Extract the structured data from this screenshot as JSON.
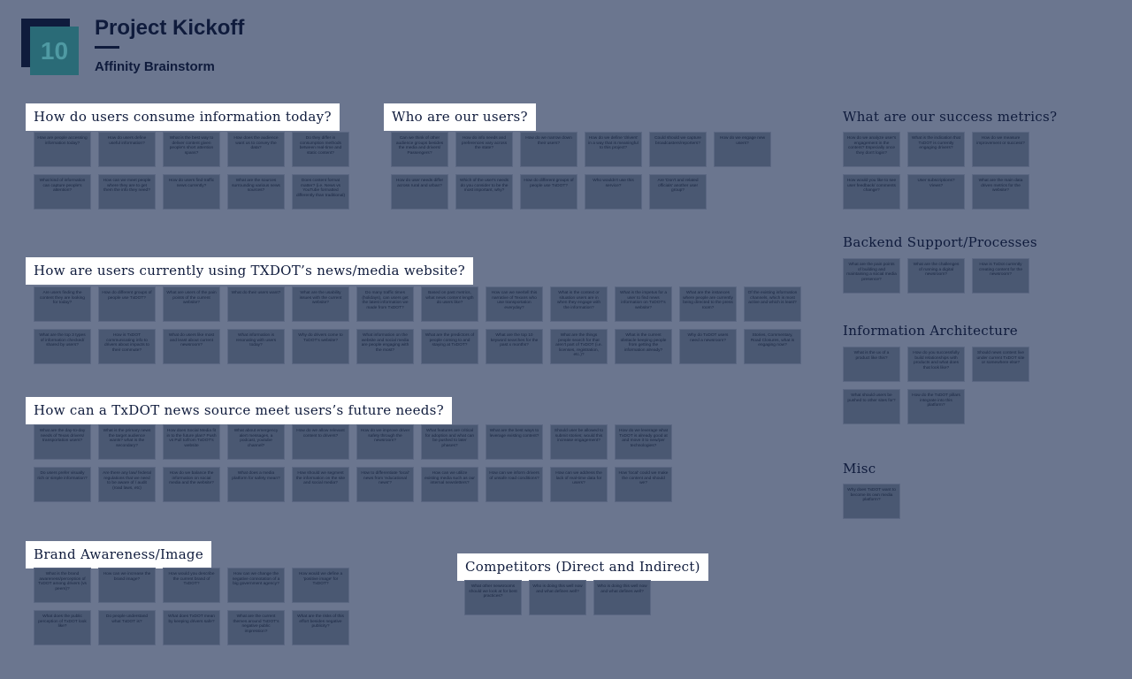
{
  "header": {
    "logo_number": "10",
    "title": "Project Kickoff",
    "subtitle": "Affinity Brainstorm"
  },
  "sections": {
    "consume": {
      "title": "How do users consume information today?",
      "notes": [
        "How are people accessing information today?",
        "How do users define useful information?",
        "What is the best way to deliver content given people's short attention spans?",
        "How does the audience want us to convey the data?",
        "Do they differ in consumption methods between real-time and static content?",
        "What kind of information can capture people's attention?",
        "How can we meet people where they are to get them the info they need?",
        "How do users find traffic news currently?",
        "What are the sources surrounding various news sources?",
        "Does content format matter? (i.e. News vs YouTube formatted differently than traditional)"
      ]
    },
    "who": {
      "title": "Who are our users?",
      "notes": [
        "Can we think of other audience groups besides the media and drivers/ Passengers?",
        "How do info needs and preferences vary across the state?",
        "How do we narrow down their users?",
        "How do we define 'drivers' in a way that is meaningful to this project?",
        "Could should we capture broadcasters/reporters?",
        "How do we engage new users?",
        "How do user needs differ across rural and urban?",
        "Which of the user's needs do you consider to be the most important, why?",
        "How do different groups of people use TxDOT?",
        "Who wouldn't use this service?",
        "Are 'Don't and related officials' another user group?"
      ]
    },
    "success": {
      "title": "What are our success metrics?",
      "notes": [
        "How do we analyze user's engagement in the content? Especially once they don't login?",
        "What is the indication that TxDOT is currently engaging drivers?",
        "How do we measure improvement or success?",
        "How would you like to see user feedback/ comments change?",
        "User subscriptions? Views?",
        "What are the main data driven metrics for the website?"
      ]
    },
    "website": {
      "title": "How are users currently using TXDOT’s news/media website?",
      "notes": [
        "Are users finding the content they are looking for today?",
        "How do different groups of people use TxDOT?",
        "What are users of the pain points of the current website?",
        "What do their users want?",
        "What are the usability issues with the current website?",
        "Do many traffic times (holidays), can users get the latest information we made from TxDOT?",
        "Based on past metrics, what news content length do users like?",
        "How can we see/tell this narrative of Texans who use transportation everyday?",
        "What is the context or situation users are in when they engage with the information?",
        "What is the impetus for a user to find news information on TxDOT's website?",
        "What are the instances where people are currently being directed to the press room?",
        "Of the existing information channels, which is most active and which is least?",
        "What are the top 3 types of information checked/ shared by users?",
        "How is TxDOT communicating info to drivers about impacts to their commute?",
        "What do users like most and least about current newsroom?",
        "What information is resonating with users today?",
        "Why do drivers come to TxDOT's website?",
        "What information on the website and social media are people engaging with the most?",
        "What are the predictors of people coming to and staying at TxDOT?",
        "What are the top 10 keyword searches for the past x months?",
        "What are the things people search for that aren't part of TxDOT (i.e. licenses, registration, etc.)?",
        "What is the current obstacle keeping people from getting the information already?",
        "Why do TxDOT users need a newsroom?",
        "Stories, Commentary, Road Closures, what is engaging now?"
      ]
    },
    "future": {
      "title": "How can a TxDOT news source meet users’s future needs?",
      "notes": [
        "What are the day-to-day needs of Texas drivers/ transportation users?",
        "What is the primary news the target audience wants? what is the secondary?",
        "How does Social Media fit in to the future plan? Push vs Pull to/from TxDOT's website",
        "What about emergency alert messages, a podcast, youtube channel?",
        "How do we allow relevant content to drivers?",
        "How do we improve driver safety through the newsroom?",
        "What features are critical for adoption and what can be pushed to later phases?",
        "What are the best ways to leverage existing content?",
        "Should user be allowed to submit stories; would this increase engagement?",
        "How do we leverage what TxDOT is already good at and move it to new/per technologies?",
        "Do users prefer visually rich or simple information?",
        "Are there any law/ federal regulations that we need to be aware of / audit (road laws, etc)",
        "How do we balance the information on social media and the website?",
        "What does a media platform for safety mean?",
        "How should we segment the information on the site and social media?",
        "How to differentiate 'local' news from 'educational news'?",
        "How can we utilize existing media such as our internal newsletters?",
        "How can we inform drivers of unsafe road conditions?",
        "How can we address the lack of real-time data for users?",
        "How 'local' could we make the content and should we?"
      ]
    },
    "backend": {
      "title": "Backend Support/Processes",
      "notes": [
        "What are the pain points of building and maintaining a social media presence?",
        "What are the challenges of running a digital newsroom?",
        "How is TxDot currently creating content for the newsroom?"
      ]
    },
    "ia": {
      "title": "Information Architecture",
      "notes": [
        "What is the ux of a product like this?",
        "How do you successfully build relationships with products and what does that look like?",
        "Should news content live under current TxDOT site or somewhere else?",
        "What should users be pushed to other sites for?",
        "How do the TxDOT pillars integrate into this platform?"
      ]
    },
    "misc": {
      "title": "Misc",
      "notes": [
        "Why does TxDOT want to become its own media platform?"
      ]
    },
    "brand": {
      "title": "Brand Awareness/Image",
      "notes": [
        "What is the brand awareness/perception of TxDOT among drivers (vs peers)?",
        "How can we increase the brand image?",
        "How would you describe the current brand of TxDOT?",
        "How can we change the negative connotation of a big government agency?",
        "How would we define a 'positive image' for TxDOT?",
        "What does the public perception of TxDOT look like?",
        "Do people understand what TxDOT is?",
        "What does TxDOT mean by keeping drivers safe?",
        "What are the current themes around TxDOT's negative public impression?",
        "What are the risks of this effort besides negative publicity?"
      ]
    },
    "competitors": {
      "title": "Competitors (Direct and Indirect)",
      "notes": [
        "What other newsrooms should we look at for best practices?",
        "Who is doing this well now and what defines well?",
        "Who is doing this well now and what defines well?"
      ]
    }
  }
}
